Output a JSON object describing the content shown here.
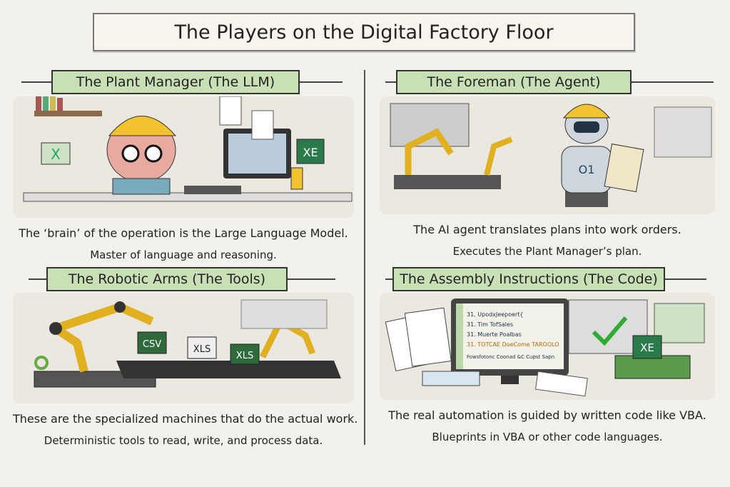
{
  "title": "The Players on the Digital Factory Floor",
  "panels": [
    {
      "header": "The Plant Manager (The LLM)",
      "line1": "The ‘brain’ of the operation is the Large Language Model.",
      "line2": "Master of language and reasoning.",
      "badges": [
        "X",
        "XE"
      ]
    },
    {
      "header": "The Foreman (The Agent)",
      "line1": "The AI agent translates plans into work orders.",
      "line2": "Executes the Plant Manager’s plan.",
      "badges": [
        "O1"
      ]
    },
    {
      "header": "The Robotic Arms (The Tools)",
      "line1": "These are the specialized machines that do the actual work.",
      "line2": "Deterministic tools to read, write, and process data.",
      "badges": [
        "CSV",
        "XLS",
        "XLS"
      ]
    },
    {
      "header": "The Assembly Instructions (The Code)",
      "line1": "The real automation is guided by written code like VBA.",
      "line2": "Blueprints in VBA or other code languages.",
      "badges": [
        "XE"
      ],
      "code_lines": [
        "31. UpodxJeepoert{",
        "31. Tim TofSales",
        "31. Muerte Poalbas",
        "31. TOTCAE DoeCome TAROOLO",
        "Fowsfotonc Coonad &C Cupst Sapn"
      ]
    }
  ]
}
